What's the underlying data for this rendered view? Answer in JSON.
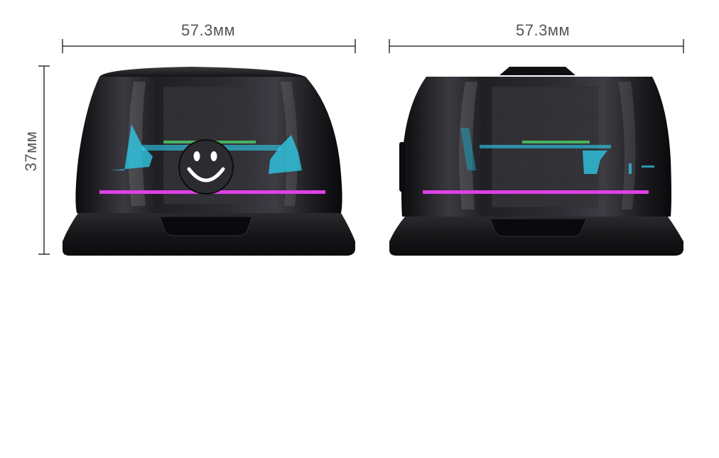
{
  "dimensions": {
    "width_left": "57.3мм",
    "width_right": "57.3мм",
    "height": "37мм"
  },
  "colors": {
    "body": "#1c1c1e",
    "base": "#141416",
    "glass_highlight": "#6a6a70",
    "neon_pink": "#e040e8",
    "neon_cyan": "#2fd0f0",
    "neon_green": "#4fd36a",
    "dimension_line": "#333333",
    "dimension_text": "#555555"
  },
  "icons": {
    "front_face": "smiley-icon"
  }
}
